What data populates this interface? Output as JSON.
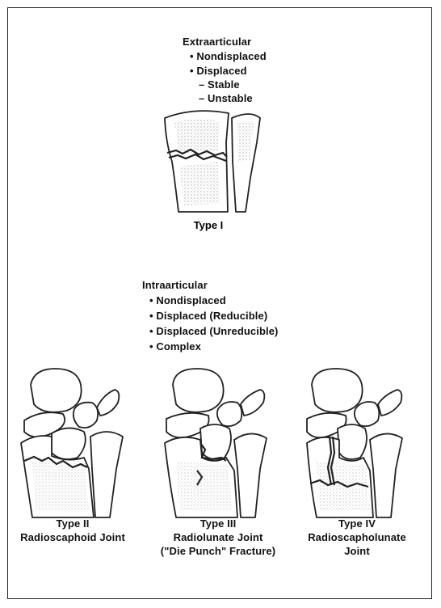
{
  "extra": {
    "title": "Extraarticular",
    "items": [
      "• Nondisplaced",
      "• Displaced"
    ],
    "subitems": [
      "– Stable",
      "– Unstable"
    ],
    "type_label": "Type I"
  },
  "intra": {
    "title": "Intraarticular",
    "items": [
      "• Nondisplaced",
      "• Displaced (Reducible)",
      "• Displaced (Unreducible)",
      "• Complex"
    ]
  },
  "types": [
    {
      "label": "Type II",
      "lines": [
        "Radioscaphoid Joint"
      ]
    },
    {
      "label": "Type III",
      "lines": [
        "Radiolunate Joint",
        "(\"Die Punch\" Fracture)"
      ]
    },
    {
      "label": "Type IV",
      "lines": [
        "Radioscapholunate",
        "Joint"
      ]
    }
  ]
}
